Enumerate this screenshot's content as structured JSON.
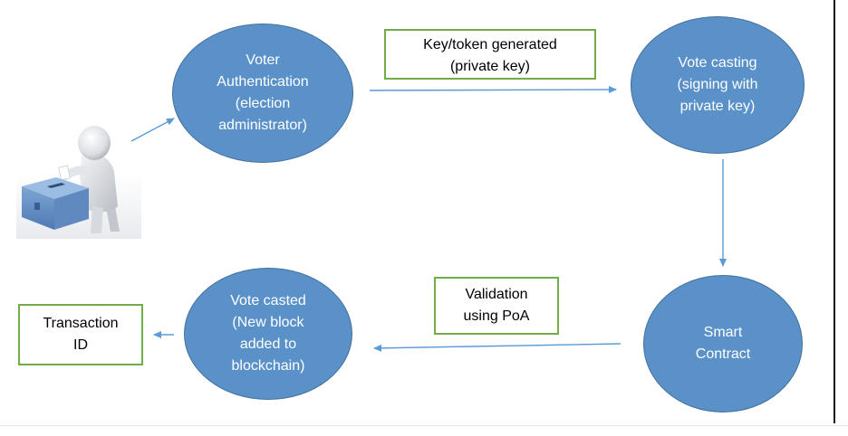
{
  "nodes": {
    "voter_authentication": "Voter\nAuthentication\n(election\nadministrator)",
    "vote_casting": "Vote casting\n(signing with\nprivate key)",
    "smart_contract": "Smart\nContract",
    "vote_casted": "Vote casted\n(New block\nadded to\nblockchain)"
  },
  "labels": {
    "key_token": "Key/token generated\n(private key)",
    "validation": "Validation\nusing PoA",
    "transaction_id": "Transaction\nID"
  },
  "icons": {
    "voter": "voter-casting-ballot-icon"
  },
  "colors": {
    "node_fill": "#5b91c9",
    "node_border": "#41719c",
    "arrow": "#5b9bd5",
    "box_border": "#70ad47"
  }
}
